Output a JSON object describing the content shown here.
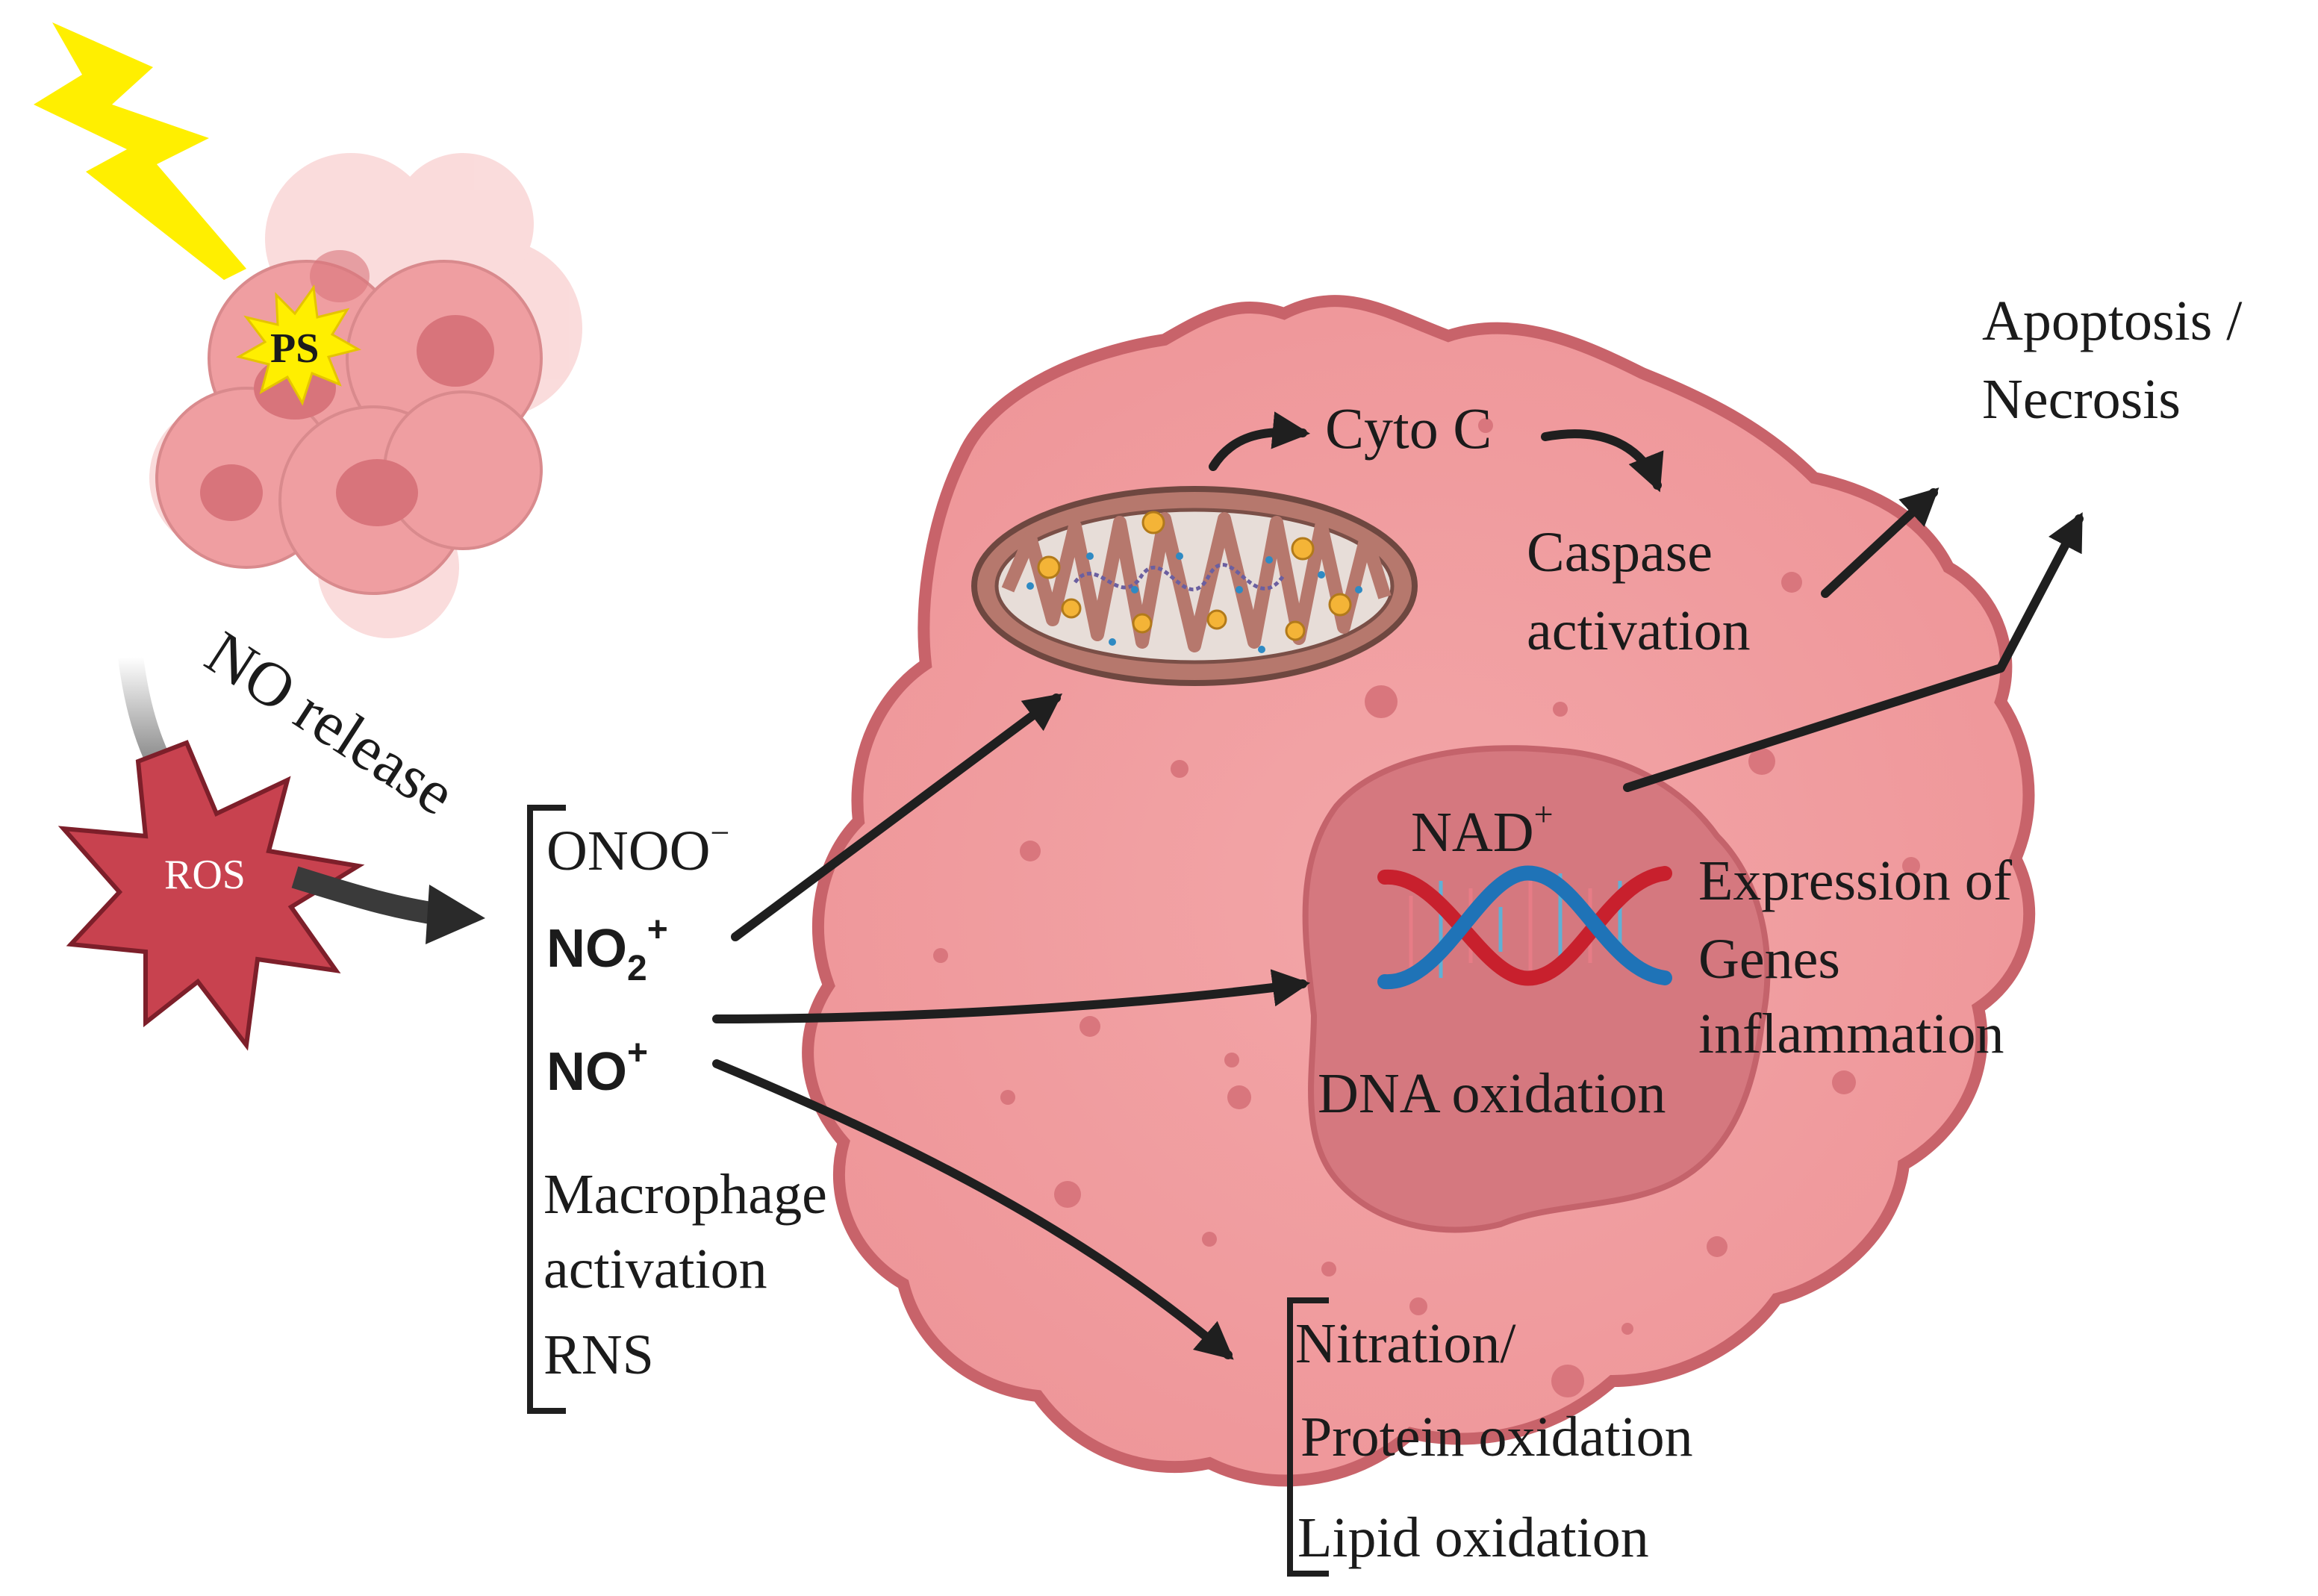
{
  "labels": {
    "ps": "PS",
    "ros": "ROS",
    "no_release": "NO release",
    "onoo": "ONOO",
    "onoo_sup": "−",
    "no2": "NO",
    "no2_sub": "2",
    "no2_sup": "+",
    "no_plus": "NO",
    "no_plus_sup": "+",
    "macrophage_line1": "Macrophage",
    "macrophage_line2": "activation",
    "rns": "RNS",
    "cyto_c": "Cyto C",
    "caspase_line1": "Caspase",
    "caspase_line2": "activation",
    "apoptosis_line1": "Apoptosis /",
    "apoptosis_line2": "Necrosis",
    "nad": "NAD",
    "nad_sup": "+",
    "genes_line1": "Expression of",
    "genes_line2": "Genes",
    "genes_line3": "inflammation",
    "dna_oxidation": "DNA oxidation",
    "nitration": "Nitration/",
    "protein_oxidation": "Protein oxidation",
    "lipid_oxidation": "Lipid oxidation"
  },
  "colors": {
    "cell_fill": "#f2a2a4",
    "cell_stroke": "#c8636a",
    "nucleus_fill": "#d5787f",
    "ros_fill": "#c8424f",
    "lightning": "#ffef00",
    "dna_red": "#c8202d",
    "dna_blue": "#1f73b7",
    "arrow": "#1f1f1f"
  },
  "icons": [
    "lightning-icon",
    "tumor-cells-icon",
    "ros-starburst-icon",
    "mitochondrion-icon",
    "dna-helix-icon"
  ]
}
